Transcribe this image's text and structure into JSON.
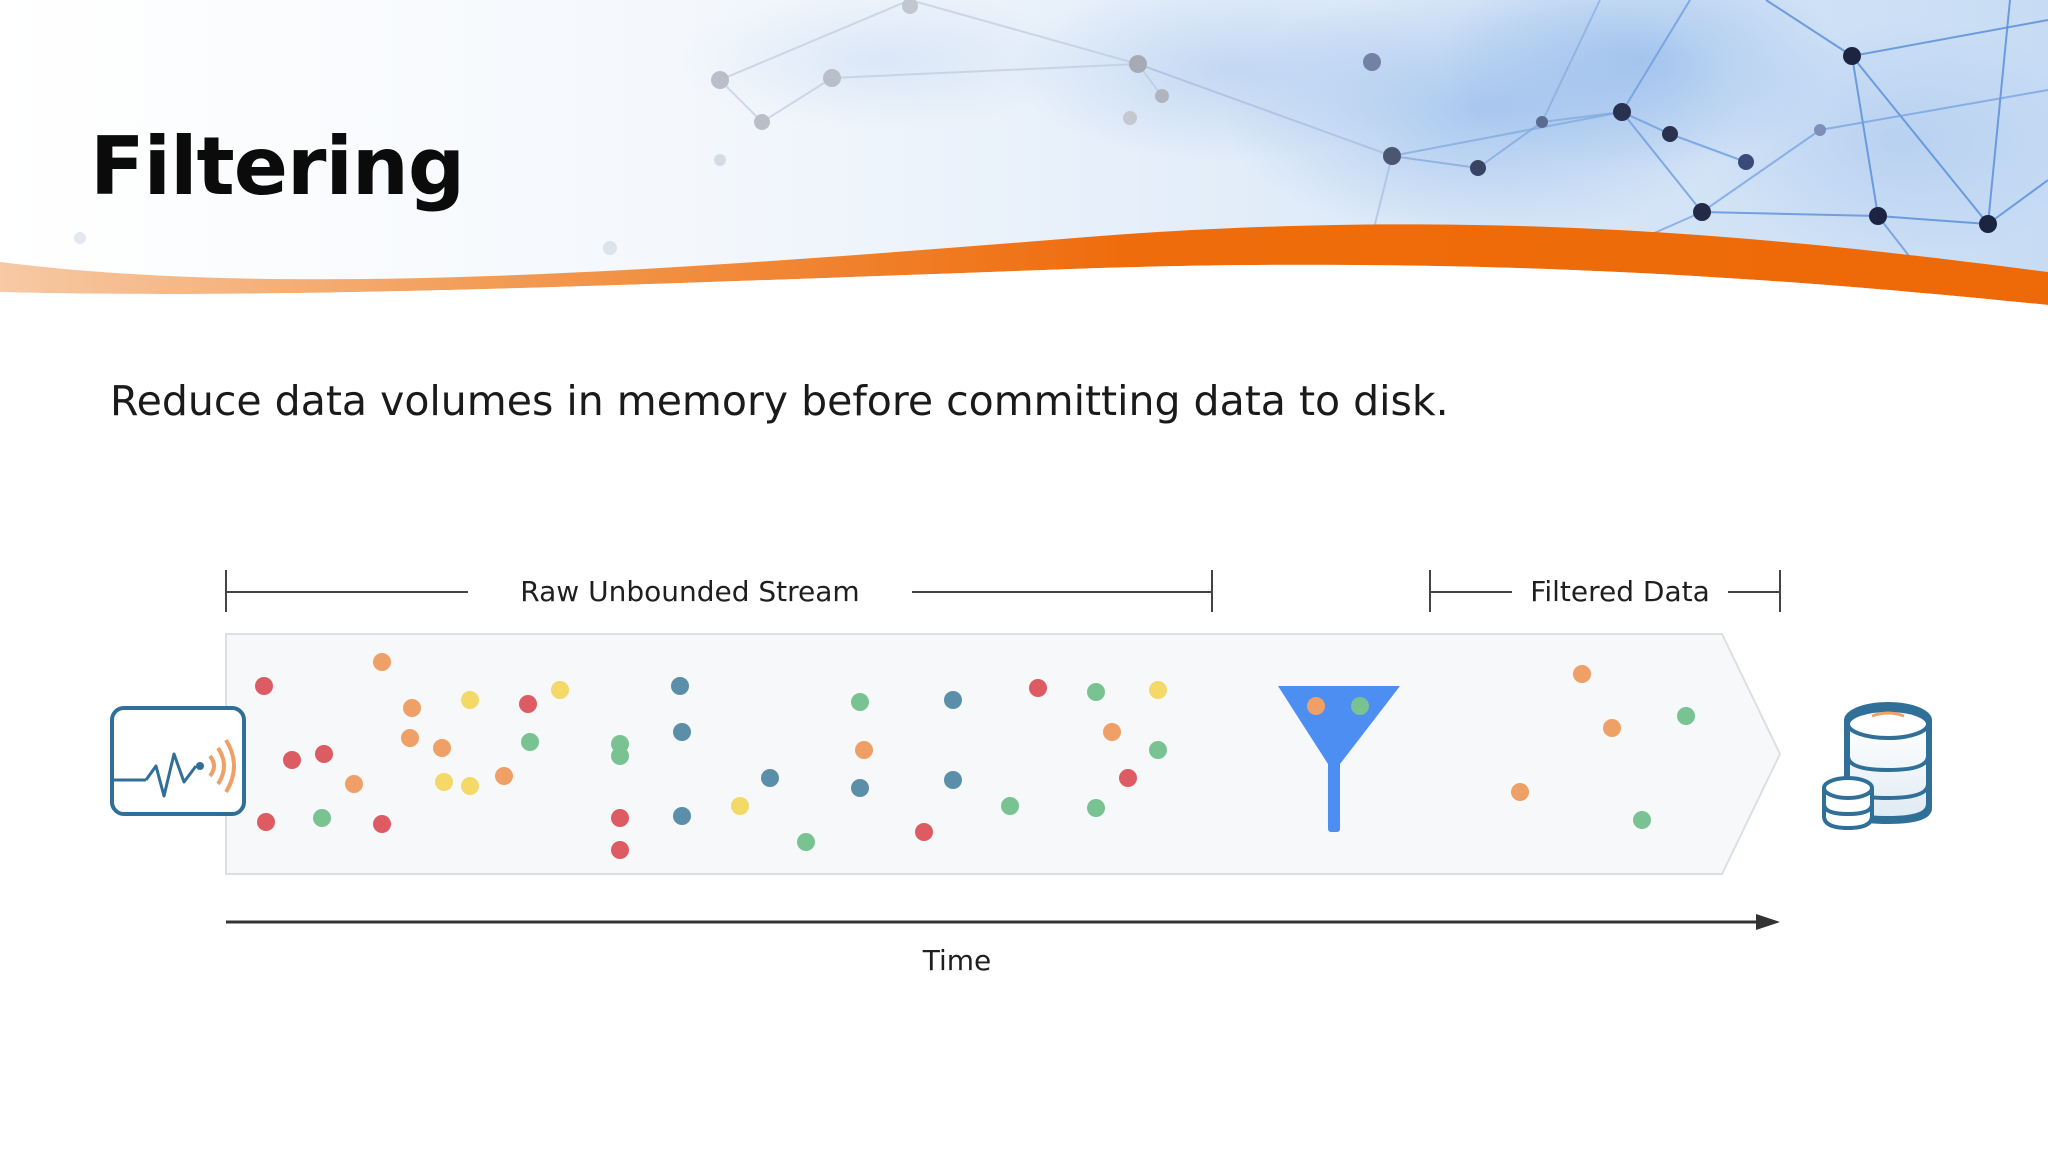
{
  "slide": {
    "title": "Filtering",
    "subtitle": "Reduce data volumes in memory before committing data to disk."
  },
  "diagram": {
    "raw_stream_label": "Raw Unbounded Stream",
    "filtered_label": "Filtered Data",
    "time_label": "Time",
    "icons": {
      "source": "sensor-signal-icon",
      "filter": "funnel-icon",
      "destination": "database-icon"
    },
    "colors": {
      "red": "#dd5b62",
      "orange": "#eea067",
      "yellow": "#f4d868",
      "green": "#79c393",
      "blue": "#5b8ea8",
      "funnel": "#4d8ef2",
      "accent_orange": "#ef6c0c",
      "icon_blue": "#2f6f98"
    },
    "raw_dots": [
      "red",
      "orange",
      "red",
      "red",
      "orange",
      "red",
      "green",
      "red",
      "orange",
      "orange",
      "yellow",
      "orange",
      "yellow",
      "yellow",
      "orange",
      "green",
      "red",
      "yellow",
      "red",
      "green",
      "green",
      "red",
      "blue",
      "blue",
      "blue",
      "yellow",
      "blue",
      "green",
      "green",
      "orange",
      "blue",
      "blue",
      "red",
      "blue",
      "green",
      "red",
      "green",
      "orange",
      "red",
      "green",
      "yellow",
      "green"
    ],
    "funnel_dots": [
      "orange",
      "green"
    ],
    "filtered_dots": [
      "orange",
      "orange",
      "green",
      "orange",
      "green"
    ]
  }
}
